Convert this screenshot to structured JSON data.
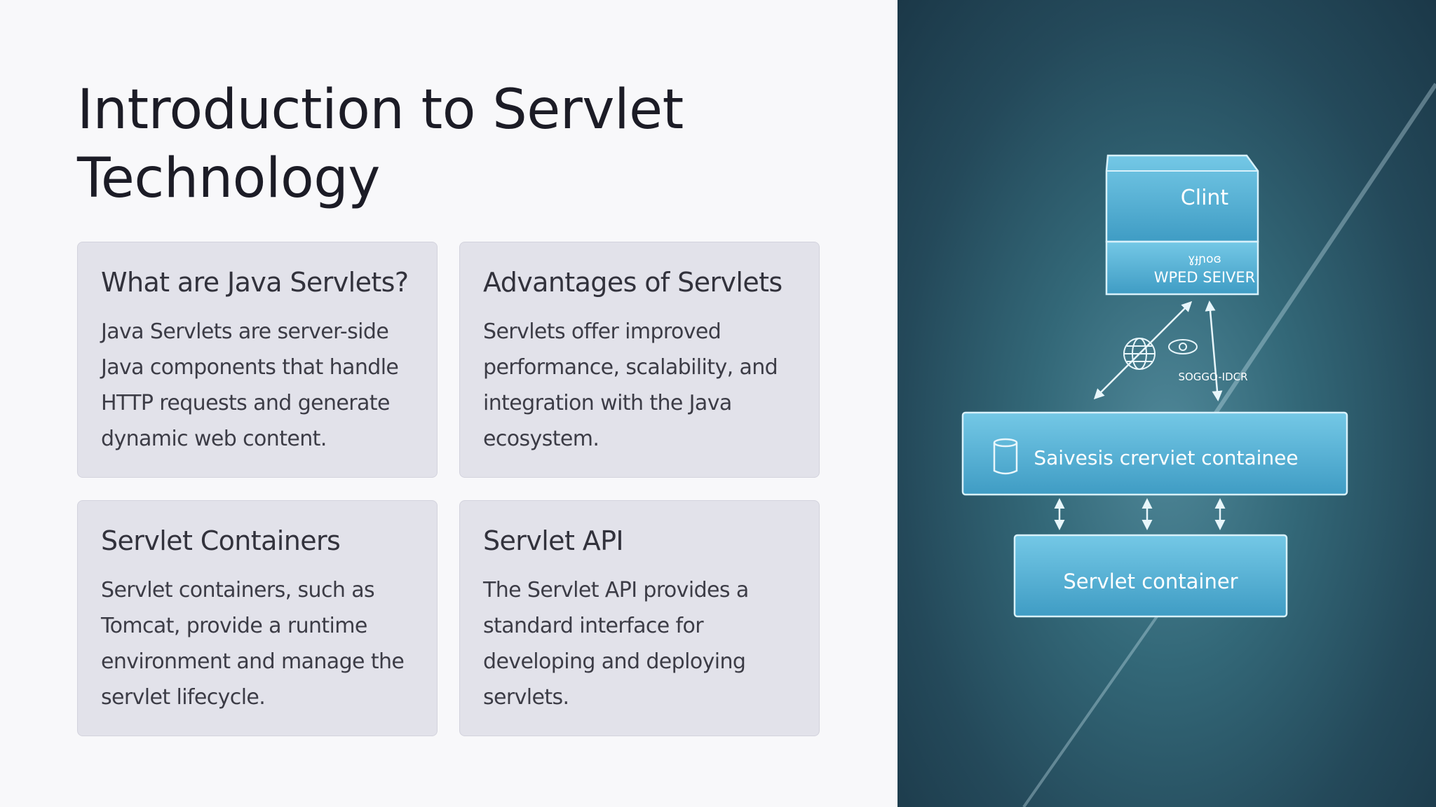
{
  "slide": {
    "title": "Introduction to Servlet Technology",
    "cards": [
      {
        "title": "What are Java Servlets?",
        "body": "Java Servlets are server-side Java components that handle HTTP requests and generate dynamic web content."
      },
      {
        "title": "Advantages of Servlets",
        "body": "Servlets offer improved performance, scalability, and integration with the Java ecosystem."
      },
      {
        "title": "Servlet Containers",
        "body": "Servlet containers, such as Tomcat, provide a runtime environment and manage the servlet lifecycle."
      },
      {
        "title": "Servlet API",
        "body": "The Servlet API provides a standard interface for developing and deploying servlets."
      }
    ]
  },
  "diagram": {
    "client_label": "Clint",
    "web_server_small": "ɣɟɲoɞ",
    "web_server_label": "WPED SEIVER",
    "arrow_label": "SOGGO-IDCR",
    "container_top_label": "Saivesis crerviet containee",
    "container_bottom_label": "Servlet container",
    "colors": {
      "box_fill": "#5bb8d8",
      "box_stroke": "#d8f1fb",
      "panel_bg": "#2a5567"
    },
    "icons": [
      "globe-icon",
      "eye-icon",
      "database-icon"
    ]
  }
}
